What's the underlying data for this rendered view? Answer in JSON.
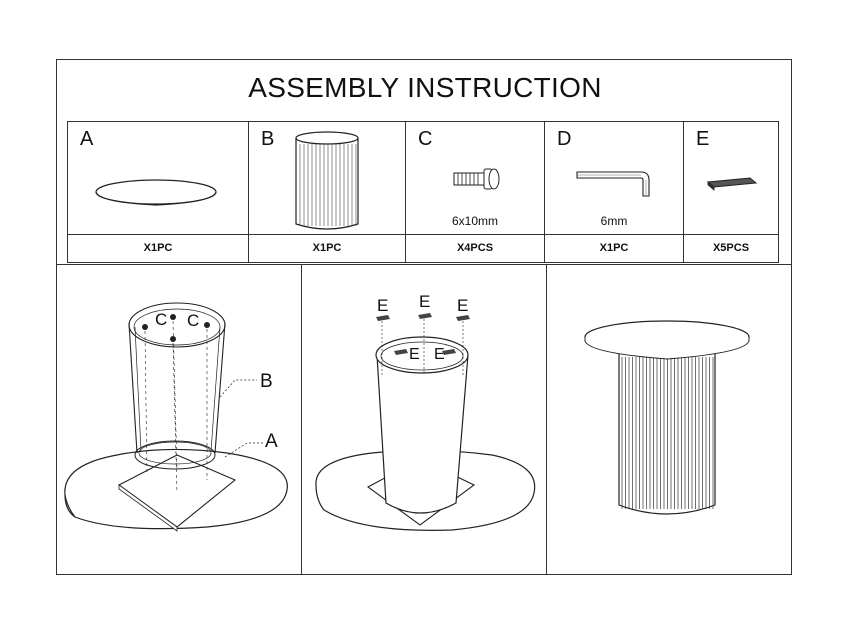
{
  "title": "ASSEMBLY INSTRUCTION",
  "parts": [
    {
      "letter": "A",
      "qty": "X1PC",
      "dim": ""
    },
    {
      "letter": "B",
      "qty": "X1PC",
      "dim": ""
    },
    {
      "letter": "C",
      "qty": "X4PCS",
      "dim": "6x10mm"
    },
    {
      "letter": "D",
      "qty": "X1PC",
      "dim": "6mm"
    },
    {
      "letter": "E",
      "qty": "X5PCS",
      "dim": ""
    }
  ],
  "step1": {
    "label_b": "B",
    "label_a": "A",
    "label_c1": "C",
    "label_c2": "C"
  },
  "step2": {
    "labels": [
      "E",
      "E",
      "E",
      "E",
      "E"
    ]
  }
}
